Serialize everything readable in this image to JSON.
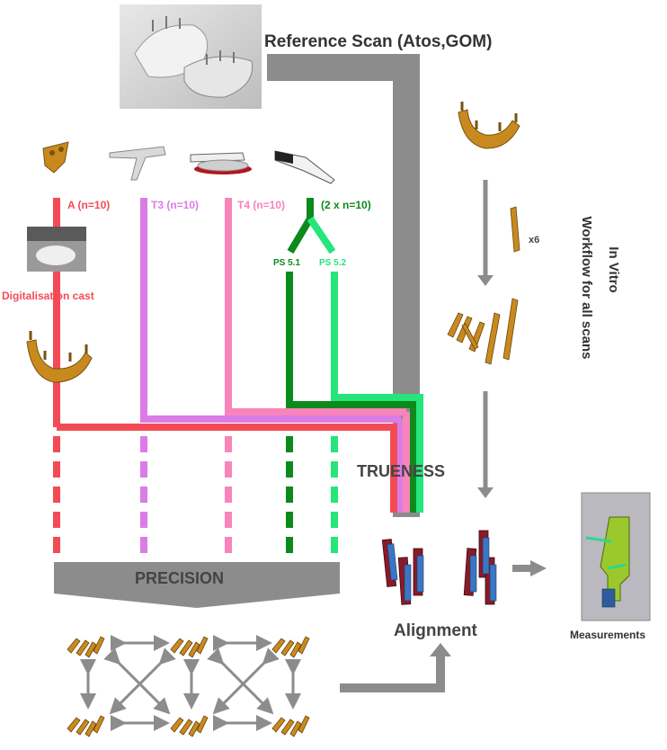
{
  "labels": {
    "reference_scan": "Reference Scan (Atos,GOM)",
    "group_a": "A (n=10)",
    "group_t3": "T3 (n=10)",
    "group_t4": "T4 (n=10)",
    "group_ps": "(2 x n=10)",
    "ps51": "PS 5.1",
    "ps52": "PS 5.2",
    "digitalisation": "Digitalisation cast",
    "trueness": "TRUENESS",
    "precision": "PRECISION",
    "alignment": "Alignment",
    "measurements": "Measurements",
    "x6": "x6",
    "title_line1": "In Vitro",
    "title_line2": "Workflow for all scans"
  },
  "colors": {
    "group_a": "#f34b55",
    "group_t3": "#da7ce6",
    "group_t4": "#f884b9",
    "ps51": "#0c8a1c",
    "ps52": "#25e57b",
    "gray": "#8c8c8c",
    "model_gold": "#c88a1f"
  },
  "icons": {
    "reference_photo": "dental-model-photo-icon",
    "jaw": "jaw-model-icon",
    "scanner": "intraoral-scanner-icon",
    "analog": "implant-analog-icon",
    "cylinder": "scan-body-cylinder-icon"
  }
}
